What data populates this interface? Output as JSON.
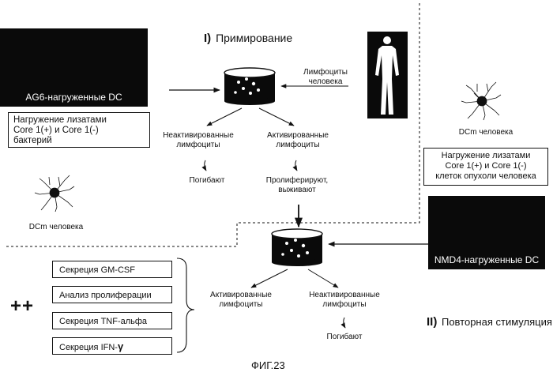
{
  "priming": {
    "numeral": "I)",
    "label": "Примирование"
  },
  "restim": {
    "numeral": "II)",
    "label": "Повторная стимуляция"
  },
  "ag6_box": "AG6-нагруженные DC",
  "bacterial_lysate_box": [
    "Нагружение лизатами",
    "Core 1(+) и Core 1(-)",
    "бактерий"
  ],
  "human_lymphocytes": [
    "Лимфоциты",
    "человека"
  ],
  "dcm_right_label": "DCm человека",
  "dcm_left_label": "DCm человека",
  "tumor_lysate_box": [
    "Нагружение лизатами",
    "Core 1(+) и Core 1(-)",
    "клеток опухоли человека"
  ],
  "dish1": {
    "inactive": [
      "Неактивированные",
      "лимфоциты"
    ],
    "active": [
      "Активированные",
      "лимфоциты"
    ],
    "die": "Погибают",
    "proliferate": [
      "Пролиферируют,",
      "выживают"
    ]
  },
  "nmd4_box": "NMD4-нагруженные DC",
  "dish2": {
    "active": [
      "Активированные",
      "лимфоциты"
    ],
    "inactive": [
      "Неактивированные",
      "лимфоциты"
    ],
    "die": "Погибают"
  },
  "assays": [
    "Секреция GM-CSF",
    "Анализ пролиферации",
    "Секреция TNF-альфа",
    "Секреция IFN-"
  ],
  "gamma_symbol": "γ",
  "plus_sign": "++",
  "figure_caption": "ФИГ.23",
  "colors": {
    "ink": "#111111",
    "dark_box": "#0a0a0a",
    "background": "#ffffff"
  }
}
